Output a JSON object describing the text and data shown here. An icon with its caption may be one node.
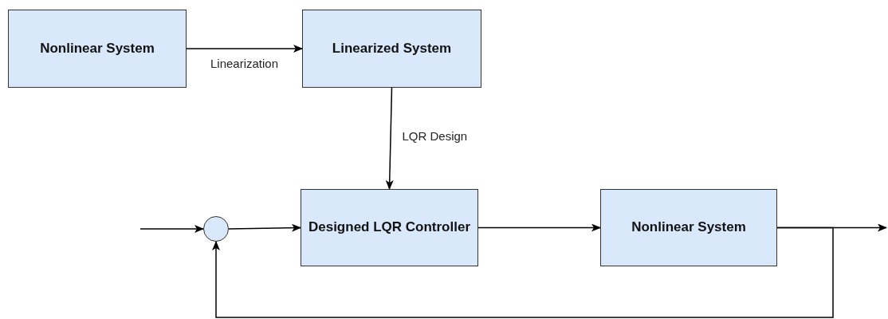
{
  "diagram": {
    "nodes": [
      {
        "text": [
          "Nonlinear System"
        ]
      },
      {
        "text": [
          "Linearized System"
        ]
      },
      {
        "text": [],
        "shape": "circle"
      },
      {
        "text": [
          "Designed LQR Controller"
        ]
      },
      {
        "text": [
          "Nonlinear System"
        ]
      }
    ],
    "edges": [
      {
        "from": 0,
        "to": 1,
        "arrow": "to",
        "label": "Linearization"
      },
      {
        "from": 1,
        "to": 3,
        "arrow": "to",
        "label": "LQR Design"
      },
      {
        "from": null,
        "to": 2,
        "arrow": "to"
      },
      {
        "from": 2,
        "to": 3,
        "arrow": "to"
      },
      {
        "from": 3,
        "to": 4,
        "arrow": "to"
      },
      {
        "from": 4,
        "to": null,
        "arrow": "to"
      },
      {
        "from": 4,
        "to": 2,
        "arrow": "to"
      }
    ]
  }
}
